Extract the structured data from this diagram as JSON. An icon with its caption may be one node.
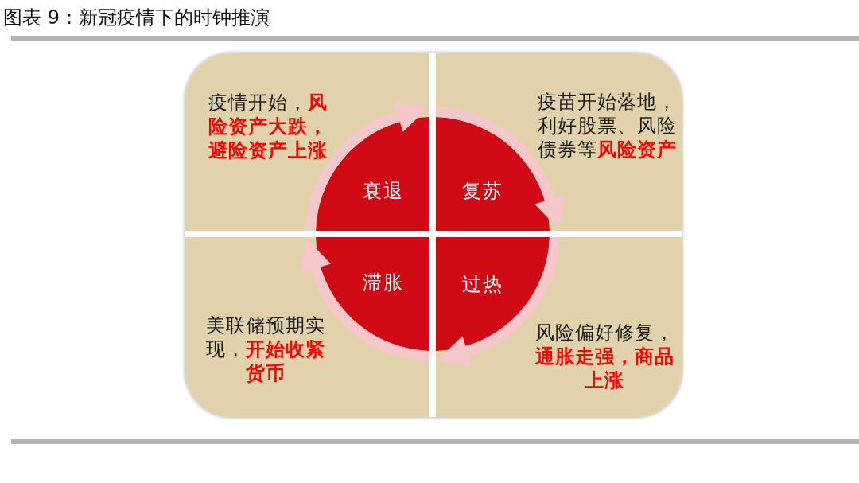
{
  "diagram": {
    "title": "图表 9：新冠疫情下的时钟推演",
    "nodes": [
      {
        "text": [
          "疫情开始，**风险资产大跌，避险资产上涨**"
        ]
      },
      {
        "text": [
          "衰退"
        ],
        "in": 0
      },
      {
        "text": [
          "疫苗开始落地，利好股票、风险债券等**风险资产**"
        ]
      },
      {
        "text": [
          "复苏"
        ],
        "in": 2
      },
      {
        "text": [
          "美联储预期实现，**开始收紧货币**"
        ]
      },
      {
        "text": [
          "滞胀"
        ],
        "in": 4
      },
      {
        "text": [
          "风险偏好修复，**通胀走强，商品上涨**"
        ]
      },
      {
        "text": [
          "过热"
        ],
        "in": 6
      }
    ],
    "edges": [
      {
        "from": 1,
        "to": 3,
        "arrow": "to"
      },
      {
        "from": 3,
        "to": 7,
        "arrow": "to"
      },
      {
        "from": 7,
        "to": 5,
        "arrow": "to"
      },
      {
        "from": 5,
        "to": 1,
        "arrow": "to"
      }
    ]
  }
}
